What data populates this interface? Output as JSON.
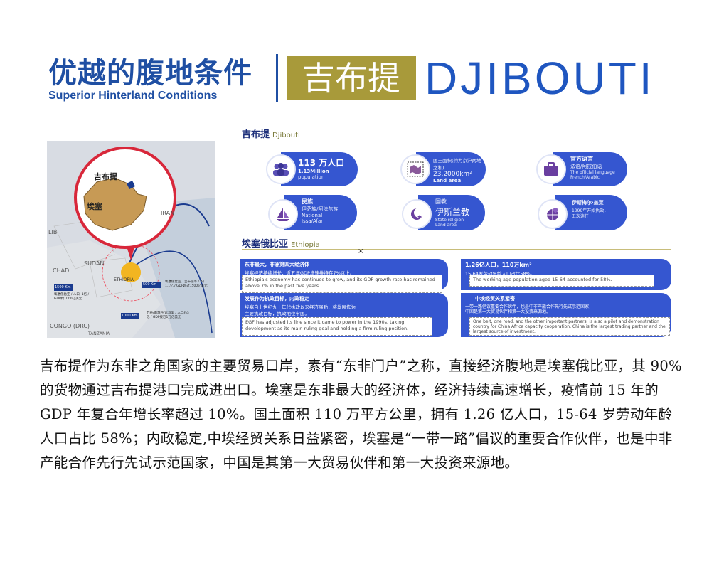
{
  "header": {
    "title_cn": "优越的腹地条件",
    "title_en": "Superior Hinterland Conditions",
    "box_cn": "吉布提",
    "big_en": "DJIBOUTI"
  },
  "map": {
    "label_djibouti": "吉布提",
    "label_ethiopia": "埃塞",
    "label_iran": "IRAN",
    "label_sudan": "SUDAN",
    "label_chad": "CHAD",
    "label_libya": "LIB",
    "label_congo": "CONGO (DRC)",
    "label_tanzania": "TANZANIA",
    "label_ethiopia_en": "ETHIOPIA",
    "dist_1500": "1500 Km",
    "dist_500": "500 Km",
    "dist_1000": "1000 Km",
    "note_1500": "埃塞俄比亚 / 人口: 1亿 / GDP约1000亿美元",
    "note_500": "埃塞俄比亚、吉布提等 / 人口1.1亿 / GDP超过1500亿美元",
    "note_1000": "苏丹/南苏丹/索马里 / 人口约3亿 / GDP接近1万亿美元"
  },
  "djibouti": {
    "title_cn": "吉布提",
    "title_en": "Djibouti",
    "items": [
      {
        "t1": "113 万人口",
        "t2": "1.13Million",
        "t3": "population",
        "icon": "people-icon"
      },
      {
        "t1": "国土面积(约为京沪两地之和)",
        "t2": "23,2000km²",
        "t3": "Land area",
        "icon": "map-icon"
      },
      {
        "t1": "官方语言",
        "t2": "法语/阿拉伯语",
        "t3": "The official language French/Arabic",
        "icon": "briefcase-icon"
      },
      {
        "t1": "民族",
        "t2": "伊萨族/阿法尔族",
        "t3": "National Issa/Afar",
        "icon": "sailboat-icon"
      },
      {
        "t1": "国教",
        "t2": "伊斯兰教",
        "t3": "State religion Land area",
        "icon": "crescent-icon"
      },
      {
        "t1": "伊斯梅尔·盖莱",
        "t2": "1999年开始执政，五次连任",
        "t3": "",
        "icon": "globe-pin-icon"
      }
    ]
  },
  "ethiopia": {
    "title_cn": "埃塞俄比亚",
    "title_en": "Ethiopia",
    "cards": [
      {
        "head": "东非最大，非洲第四大经济体",
        "cn": "埃塞经济持续增长，近五年GDP增速维持在7%以上。",
        "en": "Ethiopia's economy has continued to grow, and its GDP growth rate has remained above 7% in the past five years."
      },
      {
        "head": "1.26亿人口，110万km²",
        "cn": "15-64岁劳动年龄人口占比58%。",
        "en": "The working age population aged 15-64 accounted for 58%."
      },
      {
        "head": "发展作为执政目标，内政稳定",
        "cn": "埃塞自上世纪九十年代执政以来经济强劲，将发展作为主要执政目标，执政地位牢固。",
        "en": "EGF has adjusted its line since it came to power in the 1990s, taking development as its main ruling goal and holding a firm ruling position."
      },
      {
        "head": "中埃经贸关系紧密",
        "cn": "一带一路倡议重要合作伙伴，也是中非产能合作先行先试示范国家，中国是第一大贸易伙伴和第一大投资来源地。",
        "en": "One belt, one road, and the other important partners, is also a pilot and demonstration country for China Africa capacity cooperation. China is the largest trading partner and the largest source of investment."
      }
    ]
  },
  "paragraph": "吉布提作为东非之角国家的主要贸易口岸，素有“东非门户”之称，直接经济腹地是埃塞俄比亚，其 90%的货物通过吉布提港口完成进出口。埃塞是东非最大的经济体，经济持续高速增长，疫情前 15 年的 GDP 年复合年增长率超过 10%。国土面积 110 万平方公里，拥有 1.26 亿人口，15-64 岁劳动年龄人口占比 58%；内政稳定,中埃经贸关系日益紧密，埃塞是“一带一路”倡议的重要合作伙伴，也是中非产能合作先行先试示范国家，中国是其第一大贸易伙伴和第一大投资来源地。",
  "colors": {
    "brand_blue": "#1f4fa3",
    "gold": "#a89a3a",
    "pill_blue": "#3556d0"
  }
}
